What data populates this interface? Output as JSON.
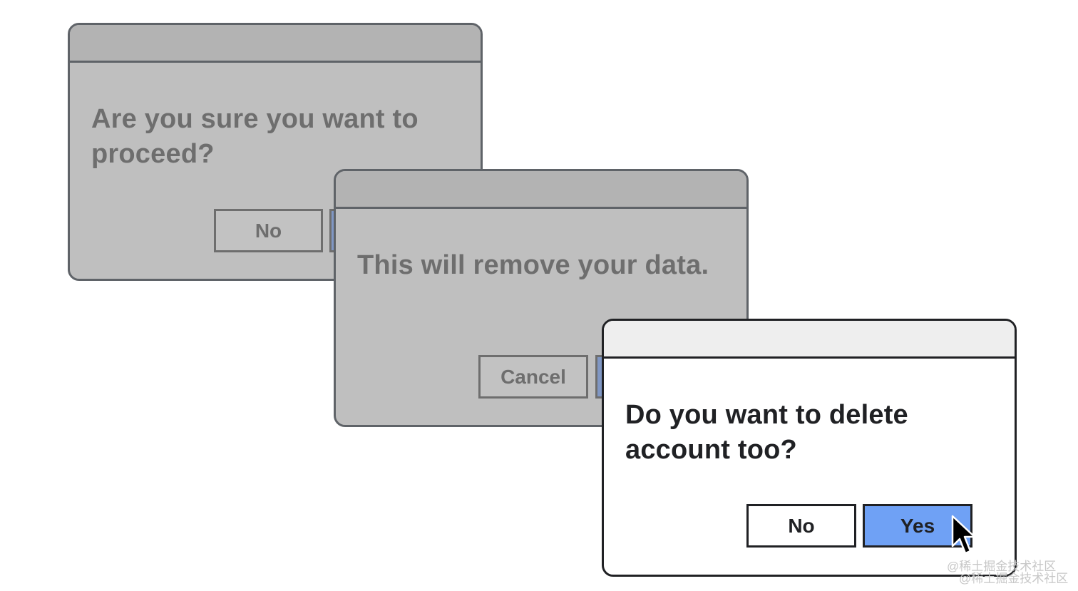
{
  "dialogs": {
    "first": {
      "message": "Are you sure you want to proceed?",
      "no_label": "No"
    },
    "second": {
      "message": "This will remove your data.",
      "cancel_label": "Cancel"
    },
    "third": {
      "message": "Do you want to delete account too?",
      "no_label": "No",
      "yes_label": "Yes"
    }
  },
  "watermark": "@稀土掘金技术社区",
  "colors": {
    "active_dialog_bg": "#ffffff",
    "inactive_dialog_bg": "#bfbfbf",
    "yes_button": "#6fa1f5",
    "inactive_primary_button": "#8097c4",
    "text_active": "#202124",
    "text_inactive": "#6e6e6e"
  },
  "icons": {
    "pointer": "arrow-cursor-icon"
  }
}
